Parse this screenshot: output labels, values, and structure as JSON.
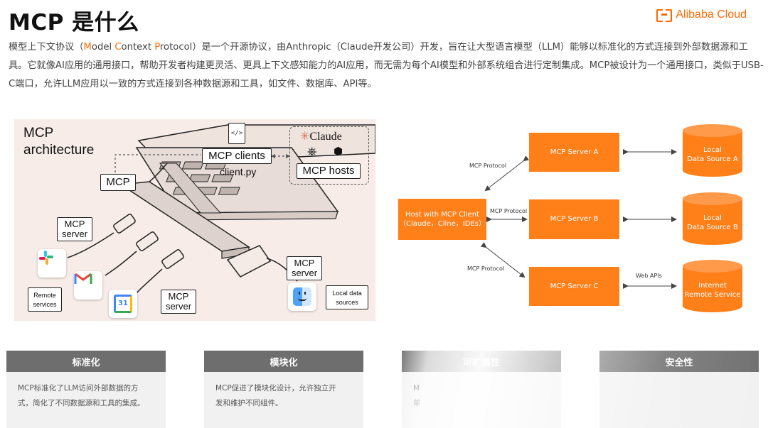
{
  "title": "MCP 是什么",
  "logo": {
    "text": "Alibaba Cloud",
    "color": "#ff6a00"
  },
  "intro": {
    "before_m": "模型上下文协议（",
    "m": "M",
    "odel": "odel ",
    "c": "C",
    "ontext": "ontext ",
    "p": "P",
    "rotocol_rest": "rotocol）是一个开源协议，由Anthropic（Claude开发公司）开发，旨在让大型语言模型（LLM）能够以标准化的方式连接到外部数据源和工具。它就像AI应用的通用接口，帮助开发者构建更灵活、更具上下文感知能力的AI应用，而无需为每个AI模型和外部系统组合进行定制集成。MCP被设计为一个通用接口，类似于USB-C端口，允许LLM应用以一致的方式连接到各种数据源和工具，如文件、数据库、API等。",
    "accent": "#ff6a00"
  },
  "architecture": {
    "heading_line1": "MCP",
    "heading_line2": "architecture",
    "mcp_label": "MCP",
    "clients_label": "MCP clients",
    "clients_file": "client.py",
    "claude_label": "Claude",
    "hosts_label": "MCP hosts",
    "server_label_1_line1": "MCP",
    "server_label_1_line2": "server",
    "server_label_2_line1": "MCP",
    "server_label_2_line2": "server",
    "server_label_3_line1": "MCP",
    "server_label_3_line2": "server",
    "remote_line1": "Remote",
    "remote_line2": "services",
    "local_line1": "Local data",
    "local_line2": "sources",
    "calendar_day": "31",
    "icons": [
      "file-code-icon",
      "claude-logo-icon",
      "openai-logo-icon",
      "cursor-logo-icon",
      "slack-icon",
      "gmail-icon",
      "google-calendar-icon",
      "finder-icon"
    ]
  },
  "diagram": {
    "host_line1": "Host with MCP Client",
    "host_line2": "（Claude，Cline，IDEs）",
    "server_a": "MCP Server A",
    "server_b": "MCP Server B",
    "server_c": "MCP Server C",
    "ds_a_line1": "Local",
    "ds_a_line2": "Data Source A",
    "ds_b_line1": "Local",
    "ds_b_line2": "Data Source B",
    "ds_c_line1": "Internet",
    "ds_c_line2": "Remote Service",
    "proto_a": "MCP Protocol",
    "proto_b": "MCP Protocol",
    "proto_c": "MCP Protocol",
    "web_apis": "Web APIs",
    "box_color": "#ff7f19"
  },
  "cards": [
    {
      "title": "标准化",
      "line1": "MCP标准化了LLM访问外部数据的方",
      "line2": "式，简化了不同数据源和工具的集成。"
    },
    {
      "title": "模块化",
      "line1": "MCP促进了模块化设计，允许独立开",
      "line2": "发和维护不同组件。"
    },
    {
      "title": "可扩展性",
      "line1": "M",
      "line2": "单"
    },
    {
      "title": "安全性",
      "line1": "",
      "line2": ""
    }
  ]
}
